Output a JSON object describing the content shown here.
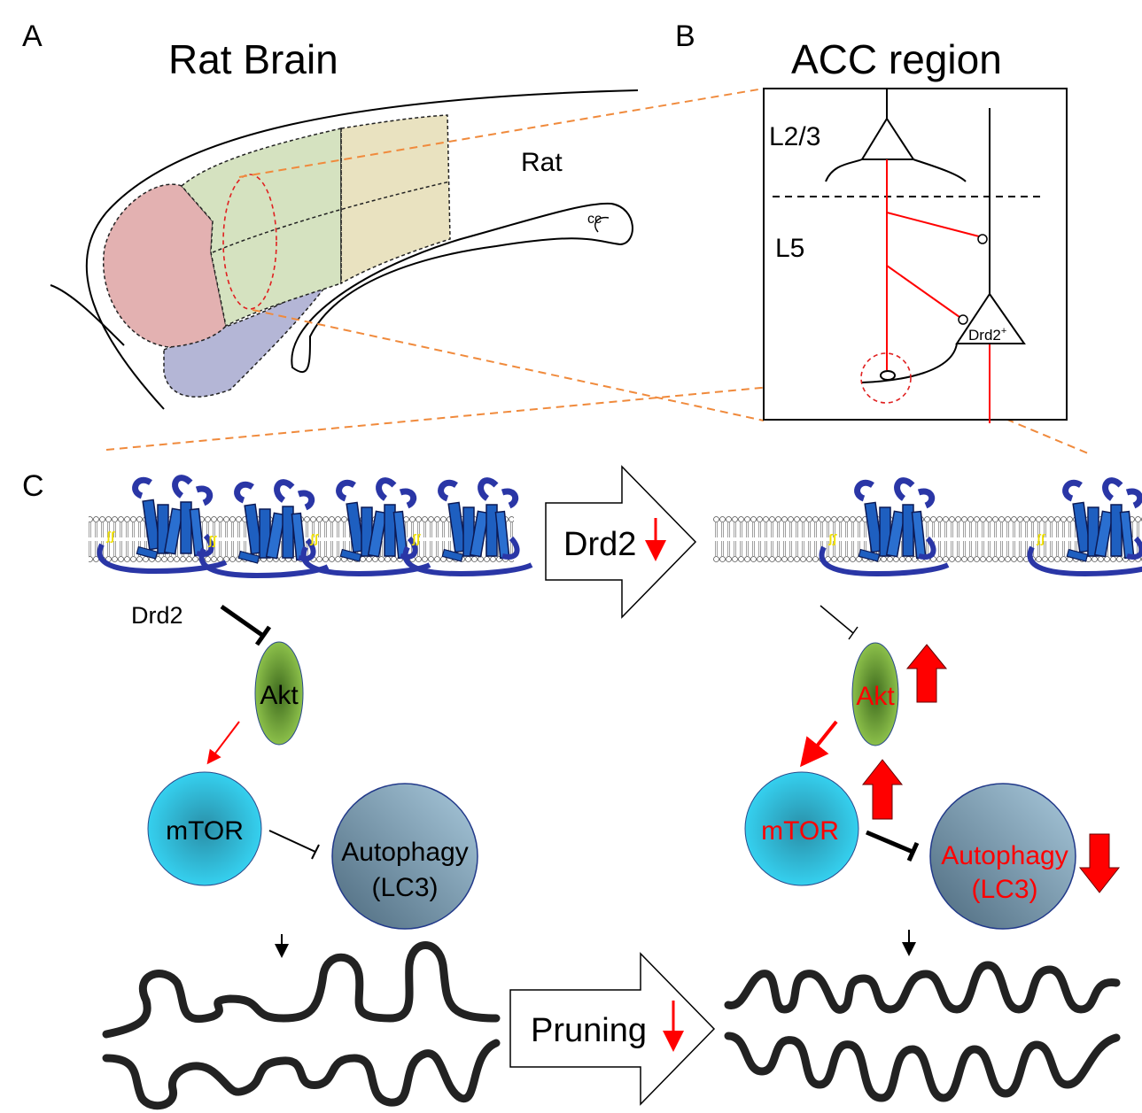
{
  "panel_a": {
    "letter": "A",
    "title": "Rat Brain",
    "species_label": "Rat",
    "cc_label": "cc",
    "region_colors": {
      "red": "#e3b1b1",
      "green": "#d5e2c0",
      "tan": "#e9e2c0",
      "purple": "#b4b6d6"
    }
  },
  "panel_b": {
    "letter": "B",
    "title": "ACC region",
    "layer_top": "L2/3",
    "layer_bottom": "L5",
    "neuron_label": "Drd2",
    "neuron_superscript": "+"
  },
  "panel_c": {
    "letter": "C",
    "receptor_label": "Drd2",
    "arrow_top_label": "Drd2",
    "arrow_bottom_label": "Pruning",
    "left": {
      "akt": "Akt",
      "mtor": "mTOR",
      "autophagy": "Autophagy",
      "lc3": "(LC3)"
    },
    "right": {
      "akt": "Akt",
      "mtor": "mTOR",
      "autophagy": "Autophagy",
      "lc3": "(LC3)"
    },
    "colors": {
      "receptor": "#2233a0",
      "increase_arrow": "#ff0000",
      "dashed_guide": "#f08a3c"
    }
  }
}
